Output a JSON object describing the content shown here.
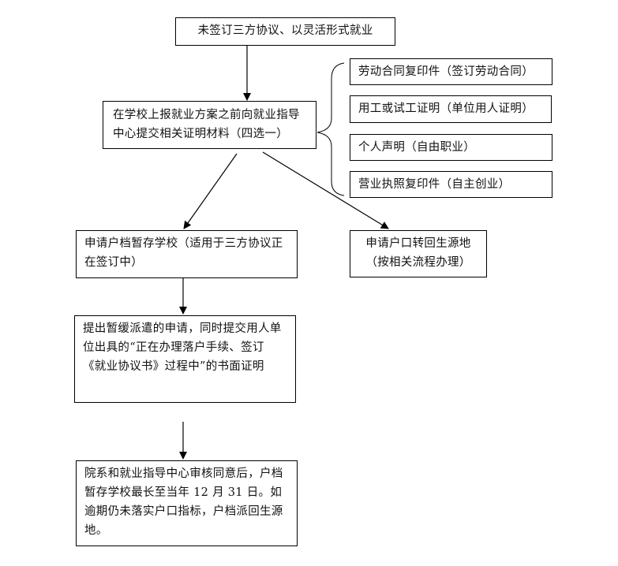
{
  "title": "未签订三方协议、以灵活形式就业",
  "submit_step": "在学校上报就业方案之前向就业指导中心提交相关证明材料（四选一）",
  "materials": [
    "劳动合同复印件（签订劳动合同）",
    "用工或试工证明（单位用人证明）",
    "个人声明（自由职业）",
    "营业执照复印件（自主创业）"
  ],
  "left_branch": {
    "step1": "申请户档暂存学校（适用于三方协议正在签订中）",
    "step2": "提出暂缓派遣的申请，同时提交用人单位出具的“正在办理落户手续、签订《就业协议书》过程中”的书面证明",
    "step3": "院系和就业指导中心审核同意后，户档暂存学校最长至当年 12 月 31 日。如逾期仍未落实户口指标，户档派回生源地。"
  },
  "right_branch": {
    "step1": "申请户口转回生源地（按相关流程办理）"
  }
}
